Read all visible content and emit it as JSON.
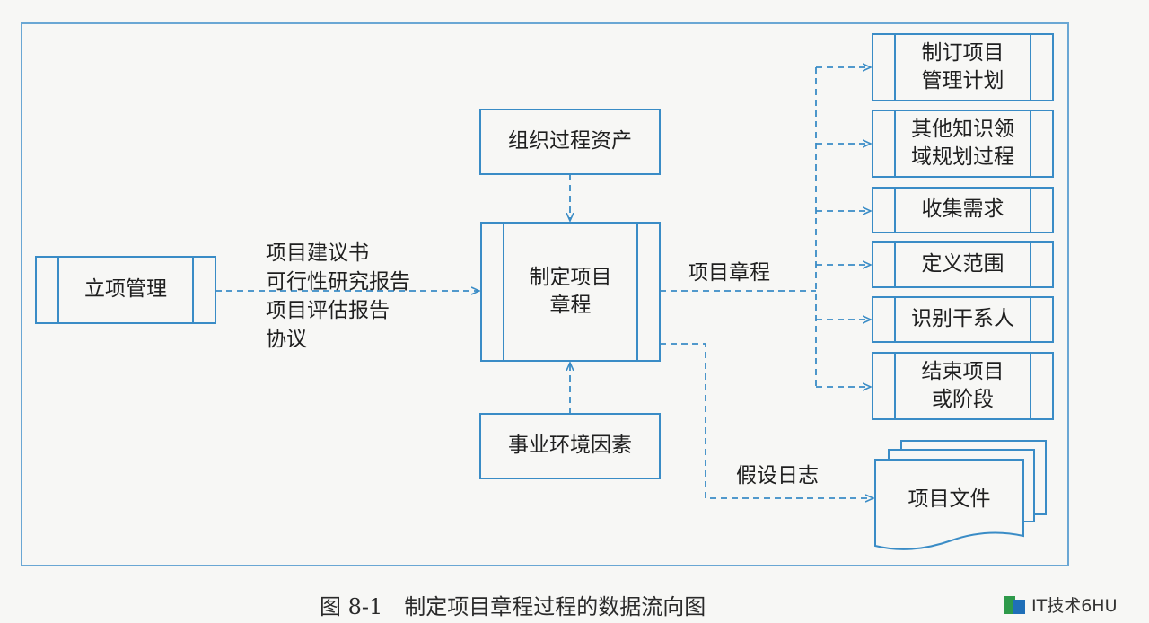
{
  "diagram": {
    "central_process": "制定项目\n章程",
    "left_process": "立项管理",
    "top_input": "组织过程资产",
    "bottom_input": "事业环境因素",
    "inputs_from_left": [
      "项目建议书",
      "可行性研究报告",
      "项目评估报告",
      "协议"
    ],
    "output_charter_label": "项目章程",
    "output_log_label": "假设日志",
    "right_processes": [
      "制订项目\n管理计划",
      "其他知识领\n域规划过程",
      "收集需求",
      "定义范围",
      "识别干系人",
      "结束项目\n或阶段"
    ],
    "document_label": "项目文件",
    "line_color": "#3a8cc6",
    "box_color": "#3a8cc6"
  },
  "caption": "图 8-1　制定项目章程过程的数据流向图",
  "watermark": "IT技术6HU"
}
